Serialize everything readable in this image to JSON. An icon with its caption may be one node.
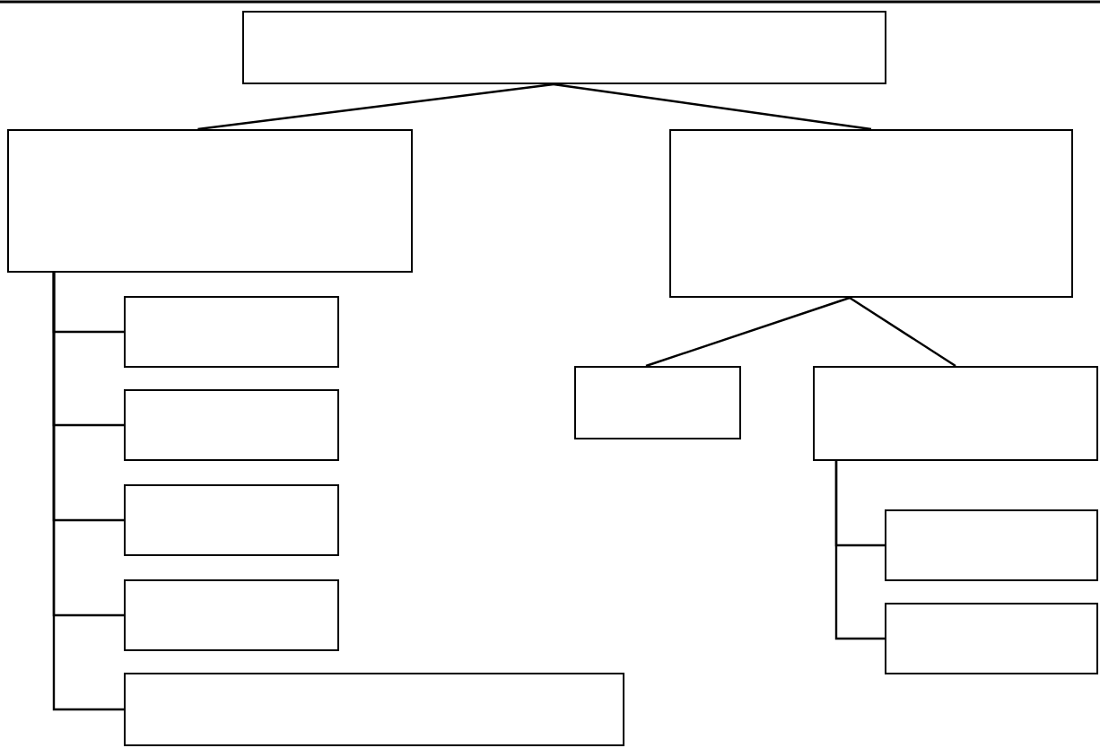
{
  "diagram": {
    "nodes": [
      {
        "text": [],
        "shape": "box"
      },
      {
        "text": [],
        "shape": "box"
      },
      {
        "text": [],
        "shape": "box"
      },
      {
        "text": [],
        "shape": "box"
      },
      {
        "text": [],
        "shape": "box"
      },
      {
        "text": [],
        "shape": "box"
      },
      {
        "text": [],
        "shape": "box"
      },
      {
        "text": [],
        "shape": "box"
      },
      {
        "text": [],
        "shape": "box"
      },
      {
        "text": [],
        "shape": "box"
      },
      {
        "text": [],
        "shape": "box"
      },
      {
        "text": [],
        "shape": "box"
      }
    ],
    "edges": [
      {
        "from": 0,
        "to": 1,
        "arrow": "none"
      },
      {
        "from": 0,
        "to": 2,
        "arrow": "none"
      },
      {
        "from": 1,
        "to": 3,
        "arrow": "none"
      },
      {
        "from": 1,
        "to": 4,
        "arrow": "none"
      },
      {
        "from": 1,
        "to": 5,
        "arrow": "none"
      },
      {
        "from": 1,
        "to": 6,
        "arrow": "none"
      },
      {
        "from": 1,
        "to": 7,
        "arrow": "none"
      },
      {
        "from": 2,
        "to": 8,
        "arrow": "none"
      },
      {
        "from": 2,
        "to": 9,
        "arrow": "none"
      },
      {
        "from": 9,
        "to": 10,
        "arrow": "none"
      },
      {
        "from": 9,
        "to": 11,
        "arrow": "none"
      }
    ]
  }
}
